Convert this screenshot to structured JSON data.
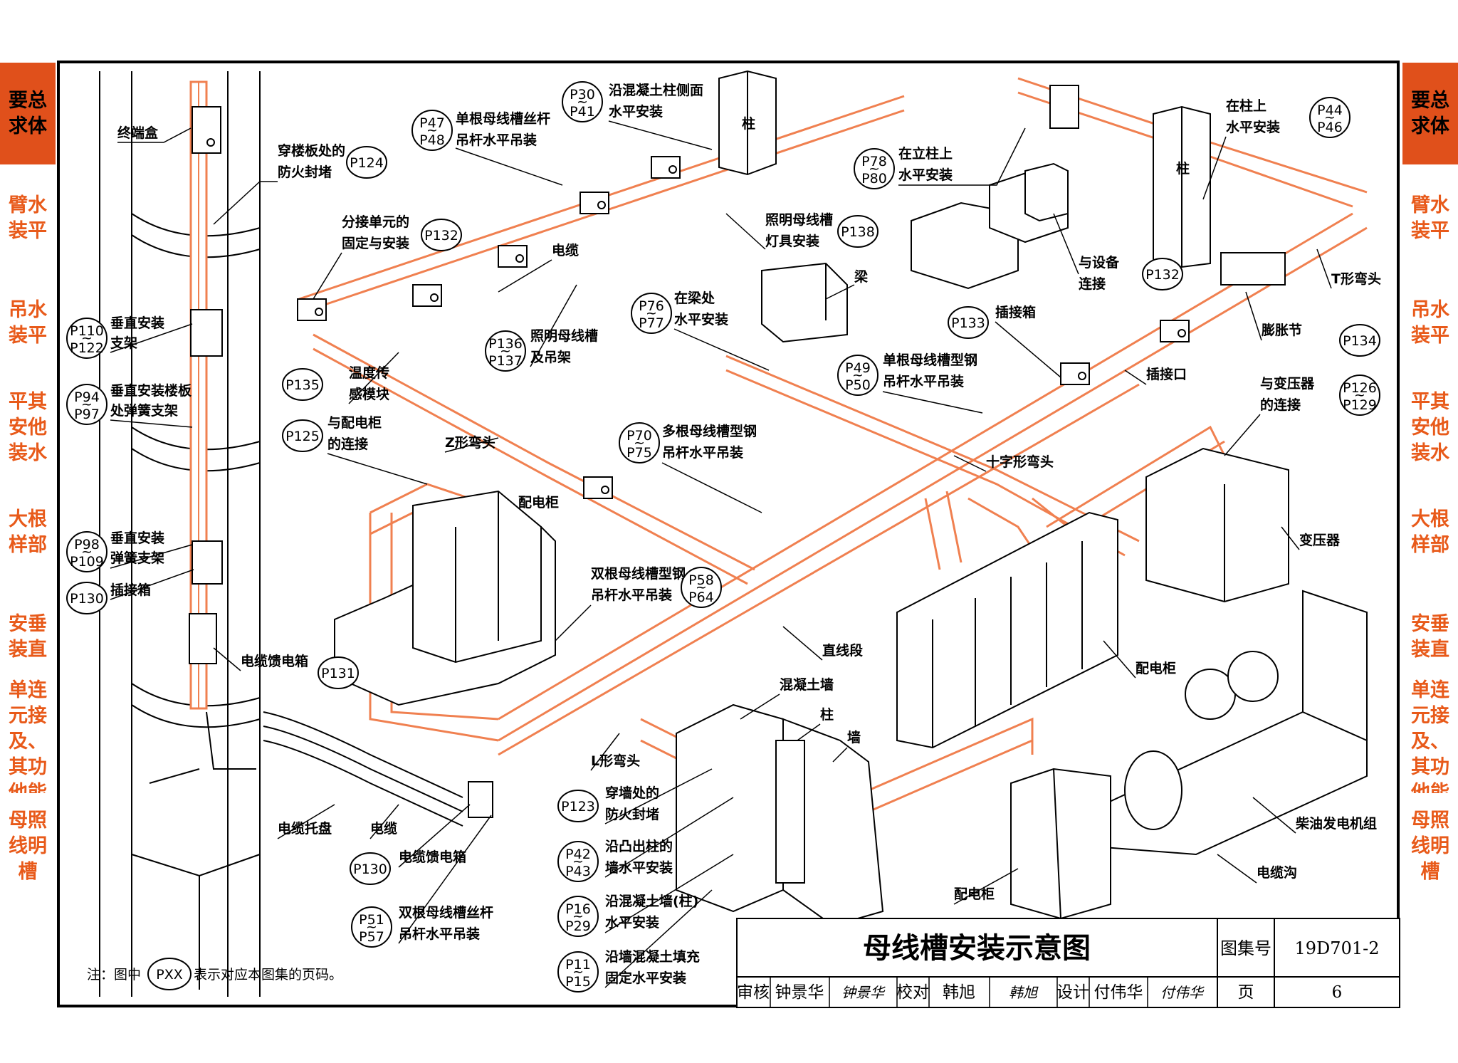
{
  "colors": {
    "accent": "#e0501b",
    "busway": "#f08050",
    "tabText": "#e85a1a",
    "line": "#000000"
  },
  "left_tabs": [
    "要总\n求体",
    "臂水\n装平",
    "吊水\n装平",
    "平其\n安他\n装水",
    "大根\n样部",
    "安垂\n装直",
    "单连\n元接\n及、\n其功\n他能",
    "母照\n线明\n槽"
  ],
  "right_tabs": [
    "要总\n求体",
    "臂水\n装平",
    "吊水\n装平",
    "平其\n安他\n装水",
    "大根\n样部",
    "安垂\n装直",
    "单连\n元接\n及、\n其功\n他能",
    "母照\n线明\n槽"
  ],
  "active_tab_index": 0,
  "labels": {
    "terminal_box": "终端盒",
    "floor_fire": [
      "穿楼板处的",
      "防火封堵"
    ],
    "vert_bracket": [
      "垂直安装",
      "支架"
    ],
    "floor_spring": [
      "垂直安装楼板",
      "处弹簧支架"
    ],
    "vert_spring": [
      "垂直安装",
      "弹簧支架"
    ],
    "plug_box": "插接箱",
    "cable_feed": "电缆馈电箱",
    "cable_tray": "电缆托盘",
    "cable": "电缆",
    "cable_feed2": "电缆馈电箱",
    "dual_rod": [
      "双根母线槽丝杆",
      "吊杆水平吊装"
    ],
    "note_prefix": "注：图中",
    "note_ref": "PXX",
    "note_suffix": "表示对应本图集的页码。",
    "single_rod": [
      "单根母线槽丝杆",
      "吊杆水平吊装"
    ],
    "column_side": [
      "沿混凝土柱侧面",
      "水平安装"
    ],
    "column": "柱",
    "split_unit": [
      "分接单元的",
      "固定与安装"
    ],
    "cable_mid": "电缆",
    "light_fixture": [
      "照明母线槽",
      "灯具安装"
    ],
    "beam": "梁",
    "on_beam": [
      "在梁处",
      "水平安装"
    ],
    "light_hanger": [
      "照明母线槽",
      "及吊架"
    ],
    "temp_sensor": [
      "温度传",
      "感模块"
    ],
    "to_cabinet": [
      "与配电柜",
      "的连接"
    ],
    "z_elbow": "Z形弯头",
    "dist_cabinet": "配电柜",
    "multi_steel": [
      "多根母线槽型钢",
      "吊杆水平吊装"
    ],
    "dual_steel": [
      "双根母线槽型钢",
      "吊杆水平吊装"
    ],
    "straight": "直线段",
    "concrete_wall": "混凝土墙",
    "column2": "柱",
    "wall": "墙",
    "l_elbow": "L形弯头",
    "wall_fire": [
      "穿墙处的",
      "防火封堵"
    ],
    "protrude_col": [
      "沿凸出柱的",
      "墙水平安装"
    ],
    "concrete_col": [
      "沿混凝土墙(柱)",
      "水平安装"
    ],
    "infill": [
      "沿墙混凝土填充",
      "固定水平安装"
    ],
    "upright": [
      "在立柱上",
      "水平安装"
    ],
    "to_equip": [
      "与设备",
      "连接"
    ],
    "on_column": [
      "在柱上",
      "水平安装"
    ],
    "column3": "柱",
    "t_elbow": "T形弯头",
    "expansion": "膨胀节",
    "plug_box2": "插接箱",
    "plug_port": "插接口",
    "single_steel": [
      "单根母线槽型钢",
      "吊杆水平吊装"
    ],
    "cross_elbow": "十字形弯头",
    "to_transformer": [
      "与变压器",
      "的连接"
    ],
    "transformer": "变压器",
    "dist_cabinet2": "配电柜",
    "generator": "柴油发电机组",
    "cable_trench": "电缆沟",
    "dist_cabinet3": "配电柜"
  },
  "refs": {
    "r124": "P124",
    "r110a": "P110",
    "r110b": "P122",
    "r94a": "P94",
    "r94b": "P97",
    "r98a": "P98",
    "r98b": "P109",
    "r130": "P130",
    "r131": "P131",
    "r130b": "P130",
    "r51a": "P51",
    "r51b": "P57",
    "r47a": "P47",
    "r47b": "P48",
    "r30a": "P30",
    "r30b": "P41",
    "r132": "P132",
    "r138": "P138",
    "r76a": "P76",
    "r76b": "P77",
    "r136a": "P136",
    "r136b": "P137",
    "r135": "P135",
    "r125": "P125",
    "r70a": "P70",
    "r70b": "P75",
    "r58a": "P58",
    "r58b": "P64",
    "r123": "P123",
    "r42a": "P42",
    "r42b": "P43",
    "r16a": "P16",
    "r16b": "P29",
    "r11a": "P11",
    "r11b": "P15",
    "r78a": "P78",
    "r78b": "P80",
    "r132b": "P132",
    "r44a": "P44",
    "r44b": "P46",
    "r134": "P134",
    "r133": "P133",
    "r49a": "P49",
    "r49b": "P50",
    "r126a": "P126",
    "r126b": "P129"
  },
  "title_block": {
    "title": "母线槽安装示意图",
    "atlas_label": "图集号",
    "atlas_no": "19D701-2",
    "review": "审核",
    "reviewer": "钟景华",
    "reviewer_sig": "钟景华",
    "check": "校对",
    "checker": "韩旭",
    "checker_sig": "韩旭",
    "design": "设计",
    "designer": "付伟华",
    "designer_sig": "付伟华",
    "page_label": "页",
    "page_no": "6"
  }
}
